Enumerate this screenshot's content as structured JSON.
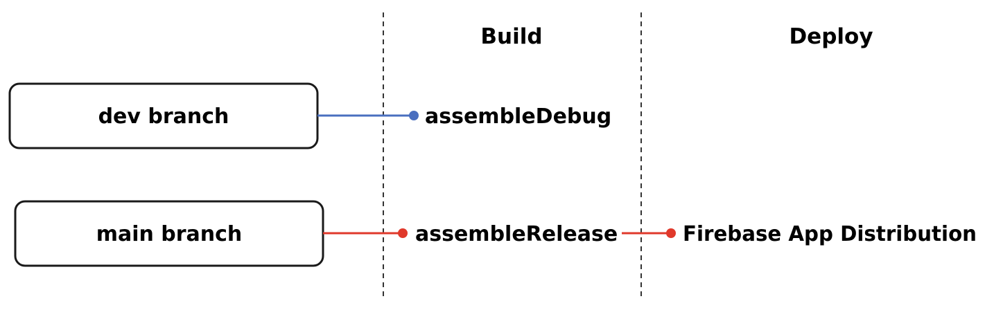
{
  "headers": {
    "build": "Build",
    "deploy": "Deploy"
  },
  "branches": {
    "dev": "dev branch",
    "main": "main branch"
  },
  "steps": {
    "assemble_debug": "assembleDebug",
    "assemble_release": "assembleRelease",
    "firebase_app_distribution": "Firebase App Distribution"
  },
  "colors": {
    "dev_line": "#4a6fbf",
    "main_line": "#e0392b",
    "box_stroke": "#1a1a1a",
    "divider": "#333333"
  }
}
